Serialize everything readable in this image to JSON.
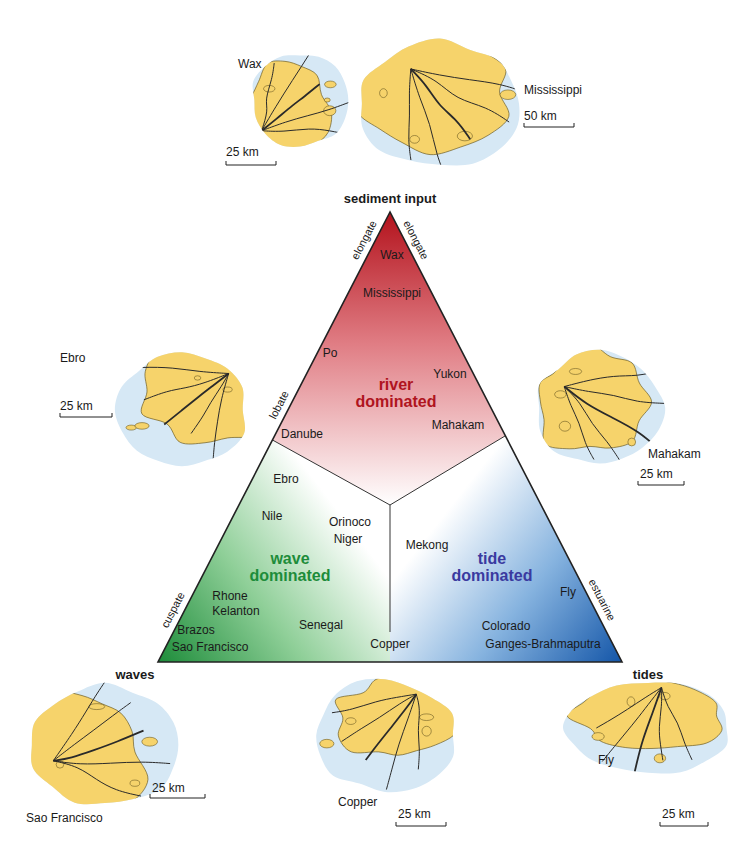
{
  "diagram": {
    "nodes": [
      {
        "text": [
          "Wax",
          "25 km"
        ]
      },
      {
        "text": [
          "Mississippi",
          "50 km"
        ]
      },
      {
        "text": [
          "Ebro",
          "25 km"
        ]
      },
      {
        "text": [
          "Mahakam",
          "25 km"
        ]
      },
      {
        "text": [
          "Sao Francisco",
          "25 km"
        ]
      },
      {
        "text": [
          "Copper",
          "25 km"
        ]
      },
      {
        "text": [
          "Fly",
          "25 km"
        ]
      }
    ],
    "labels": [
      "sediment input",
      "elongate",
      "elongate",
      "Wax",
      "Mississippi",
      "Po",
      "Yukon",
      "river dominated",
      "lobate",
      "Danube",
      "Mahakam",
      "Ebro",
      "Nile",
      "Orinoco",
      "Niger",
      "Mekong",
      "wave dominated",
      "tide dominated",
      "Fly",
      "Rhone",
      "Kelanton",
      "Senegal",
      "Brazos",
      "Colorado",
      "Sao Francisco",
      "Copper",
      "Ganges-Brahmaputra",
      "cuspate",
      "estuarine",
      "waves",
      "tides"
    ]
  }
}
